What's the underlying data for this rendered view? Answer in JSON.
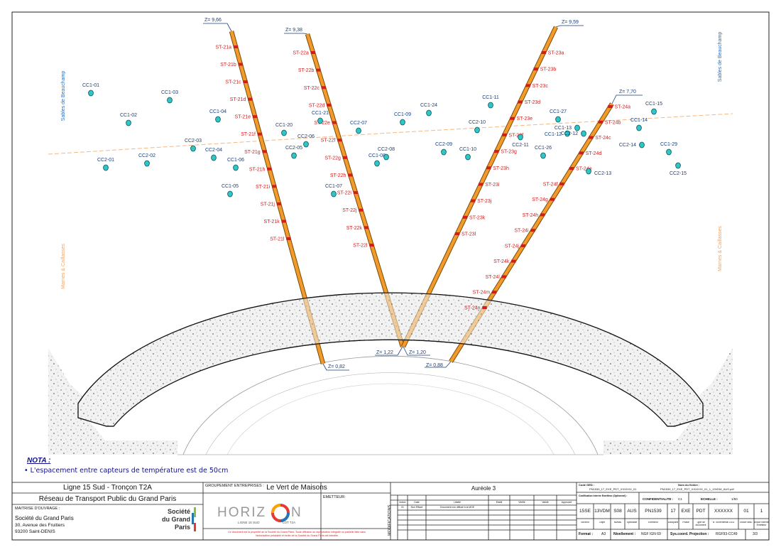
{
  "drawing": {
    "levels": {
      "z21": "Z= 9,66",
      "z22": "Z= 9,38",
      "z23": "Z= 9,59",
      "z24": "Z= 7,70",
      "zb21": "Z= 0,82",
      "zb22": "Z= 1,22",
      "zb23": "Z= 1,20",
      "zb24": "Z= 0,88"
    },
    "zones": {
      "sables": "Sables de Beauchamp",
      "marnes": "Marnes & Caillasses"
    },
    "sensors21": [
      "ST-21a",
      "ST-21b",
      "ST-21c",
      "ST-21d",
      "ST-21e",
      "ST-21f",
      "ST-21g",
      "ST-21h",
      "ST-21i",
      "ST-21j",
      "ST-21k",
      "ST-21l"
    ],
    "sensors22": [
      "ST-22a",
      "ST-22b",
      "ST-22c",
      "ST-22d",
      "ST-22e",
      "ST-22f",
      "ST-22g",
      "ST-22h",
      "ST-22i",
      "ST-22j",
      "ST-22k",
      "ST-22l"
    ],
    "sensors23": [
      "ST-23a",
      "ST-23b",
      "ST-23c",
      "ST-23d",
      "ST-23e",
      "ST-23f",
      "ST-23g",
      "ST-23h",
      "ST-23i",
      "ST-23j",
      "ST-23k",
      "ST-23l"
    ],
    "sensors24": [
      "ST-24a",
      "ST-24b",
      "ST-24c",
      "ST-24d",
      "ST-24e",
      "ST-24f",
      "ST-24g",
      "ST-24h",
      "ST-24i",
      "ST-24j",
      "ST-24k",
      "ST-24l",
      "ST-24m",
      "ST-24n"
    ],
    "cores": [
      "CC1-01",
      "CC1-03",
      "CC1-02",
      "CC1-04",
      "CC2-03",
      "CC2-04",
      "CC2-02",
      "CC2-01",
      "CC1-06",
      "CC1-05",
      "CC1-20",
      "CC2-06",
      "CC2-05",
      "CC1-21",
      "CC2-07",
      "CC1-08",
      "CC2-08",
      "CC1-07",
      "CC1-09",
      "CC1-24",
      "CC1-11",
      "CC2-10",
      "CC2-09",
      "CC1-10",
      "CC2-11",
      "CC1-27",
      "CC1-13",
      "CC1-12",
      "CC2-12",
      "CC1-14",
      "CC1-26",
      "CC2-14",
      "CC1-15",
      "CC1-29",
      "CC2-13",
      "CC2-15"
    ]
  },
  "nota": {
    "title": "NOTA :",
    "text": "• L'espacement entre capteurs de température est de 50cm"
  },
  "title_block": {
    "line": "Ligne 15 Sud - Tronçon T2A",
    "network": "Réseau de Transport Public du Grand Paris",
    "mo_label": "MAITRISE D'OUVRAGE :",
    "mo_name": "Société du Grand Paris",
    "mo_addr1": "30, Avenue des Fruitiers",
    "mo_addr2": "93200 Saint-DENIS",
    "sgp_logo1": "Société",
    "sgp_logo2": "du Grand",
    "sgp_logo3": "Paris",
    "groupement": "GROUPEMENT ENTREPRISES :",
    "horizon": "HORIZ",
    "horizon_end": "N",
    "horizon_sub1": "LIGNE 15 SUD",
    "horizon_sub2": "LOT T2A",
    "disclaimer1": "Ce document est la propriété de la Société du Grand Paris. Toute diffusion ou reproduction intégrale ou partielle faite sans",
    "disclaimer2": "l'autorisation préalable et écrite de la Société du Grand Paris est interdite",
    "site": "Le Vert de Maisons",
    "emetteur": "EMETTEUR:",
    "doc_title": "Auréole 3",
    "modifications": "MODIFICATIONS",
    "mod_headers": [
      "Indice",
      "Date",
      "Libellé",
      "Etabli",
      "Vérifié",
      "Validé",
      "Approuvé"
    ],
    "mod_row": [
      "01",
      "Non Effacé",
      "Document non diffusé à la MOE",
      "",
      "",
      "",
      ""
    ],
    "code_ged_label": "Code GED :",
    "code_ged": "PN1539_17_EXE_PDT_XXXXXX_01",
    "filename_label": "Nom du fichier :",
    "filename": "PN1539_17_EXE_PDT_XXXXXX_01_1_13VDM_AUS.pdf",
    "codif_label": "Codification Interne Emetteur (Optionnel) :",
    "confidentialite_label": "CONFIDENTIALITE :",
    "confidentialite": "C1",
    "echelle_label": "ECHELLE :",
    "echelle": "1/50",
    "codes": [
      "15SE",
      "13VDM",
      "S08",
      "AUS",
      "PN1539",
      "17",
      "EXE",
      "PDT",
      "XXXXXX",
      "01",
      "1"
    ],
    "code_labels": [
      "Secteur",
      "Objet",
      "Niveau",
      "Spécialité",
      "Emetteur",
      "Discipline",
      "Phase",
      "Type de document",
      "N° incrémental GED",
      "Indice MBE",
      "Indice interne Emetteur"
    ],
    "format_label": "Format :",
    "format": "A3",
    "nivellement_label": "Nivellement :",
    "nivellement": "NGF IGN 69",
    "syscoord_label": "Sys.coord. Projection :",
    "syscoord": "RGF93-CC49",
    "page": "3/3"
  }
}
